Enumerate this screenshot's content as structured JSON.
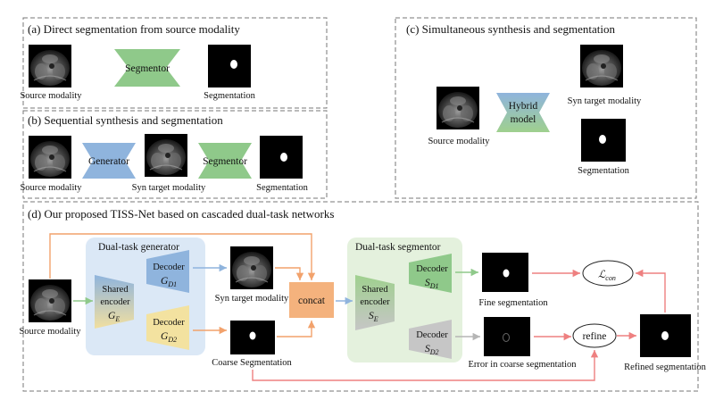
{
  "panel_a": {
    "title": "(a) Direct segmentation from source modality",
    "segmentor": "Segmentor",
    "source_label": "Source modality",
    "seg_label": "Segmentation"
  },
  "panel_b": {
    "title": "(b) Sequential synthesis and segmentation",
    "generator": "Generator",
    "segmentor": "Segmentor",
    "source_label": "Source modality",
    "syn_label": "Syn target modality",
    "seg_label": "Segmentation"
  },
  "panel_c": {
    "title": "(c) Simultaneous synthesis and segmentation",
    "hybrid_line1": "Hybrid",
    "hybrid_line2": "model",
    "source_label": "Source modality",
    "syn_label": "Syn target modality",
    "seg_label": "Segmentation"
  },
  "panel_d": {
    "title": "(d) Our proposed TISS-Net based on cascaded dual-task networks",
    "source_label": "Source modality",
    "generator_title": "Dual-task generator",
    "shared_encoder": [
      "Shared",
      "encoder"
    ],
    "ge_base": "G",
    "ge_sub": "E",
    "decoder": "Decoder",
    "gd1_base": "G",
    "gd1_sub": "D1",
    "gd2_base": "G",
    "gd2_sub": "D2",
    "syn_label": "Syn target modality",
    "coarse_label": "Coarse  Segmentation",
    "concat": "concat",
    "segmentor_title": "Dual-task segmentor",
    "se_base": "S",
    "se_sub": "E",
    "sd1_base": "S",
    "sd1_sub": "D1",
    "sd2_base": "S",
    "sd2_sub": "D2",
    "fine_label": "Fine segmentation",
    "error_label": "Error in coarse segmentation",
    "refine": "refine",
    "lcon_base": "ℒ",
    "lcon_sub": "con",
    "refined_label": "Refined segmentation"
  },
  "colors": {
    "generator_blue": "#8fb4dd",
    "segmentor_green": "#8fc98a",
    "decoder_yellow": "#f3e2a0",
    "decoder_gray": "#c6c6c6",
    "concat_orange": "#f4b27d",
    "arrow_orange": "#f2a26c",
    "arrow_red": "#ee8080",
    "panel_blue_bg": "#dbe8f6",
    "panel_green_bg": "#e4f1dd"
  }
}
